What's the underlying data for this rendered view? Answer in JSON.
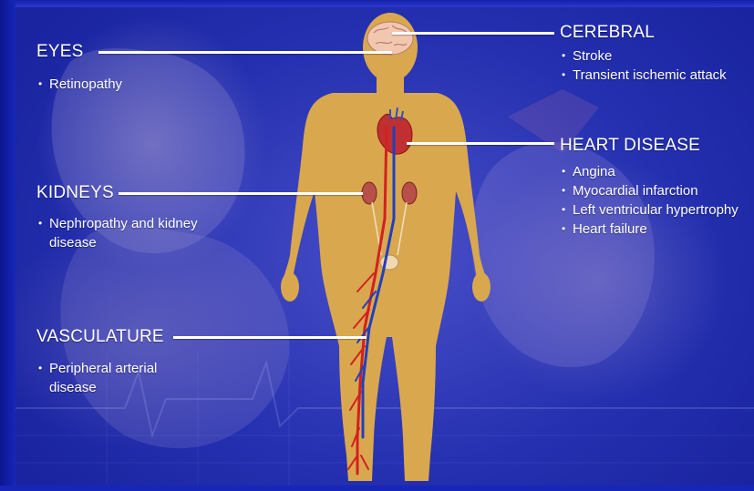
{
  "regions": {
    "eyes": {
      "heading": "EYES",
      "items": [
        "Retinopathy"
      ]
    },
    "kidneys": {
      "heading": "KIDNEYS",
      "items": [
        "Nephropathy and kidney disease"
      ]
    },
    "vasculature": {
      "heading": "VASCULATURE",
      "items": [
        "Peripheral arterial disease"
      ]
    },
    "cerebral": {
      "heading": "CEREBRAL",
      "items": [
        "Stroke",
        "Transient ischemic attack"
      ]
    },
    "heart": {
      "heading": "HEART DISEASE",
      "items": [
        "Angina",
        "Myocardial infarction",
        "Left ventricular hypertrophy",
        "Heart failure"
      ]
    }
  },
  "colors": {
    "background": "#2a34b4",
    "body": "#d9a84e",
    "text": "#ffffff",
    "artery": "#d42020",
    "vein": "#2040c0"
  }
}
